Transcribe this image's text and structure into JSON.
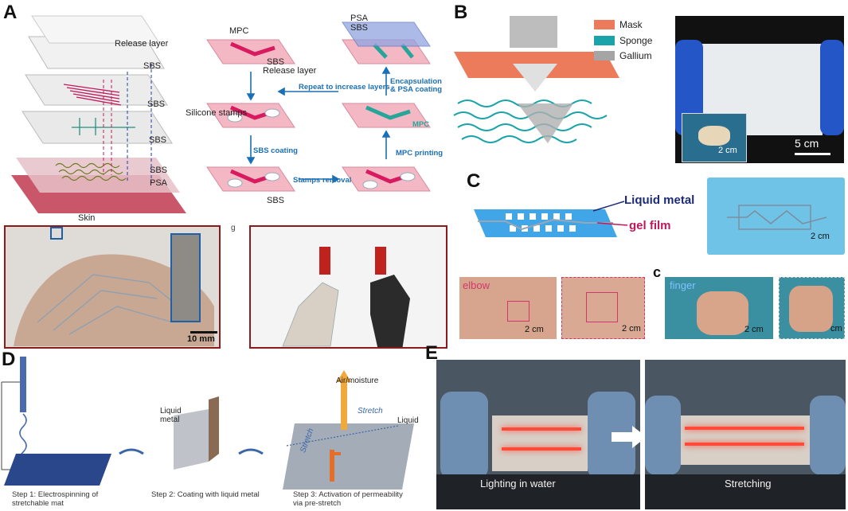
{
  "panels": {
    "A": {
      "letter": "A",
      "layers": [
        "Release layer",
        "SBS",
        "SBS",
        "SBS",
        "SBS",
        "PSA",
        "Skin"
      ],
      "flow": {
        "mpc": "MPC",
        "sbs_top": "SBS",
        "release": "Release layer",
        "silicone": "Silicone stamps",
        "sbs_coating": "SBS coating",
        "stamps_removal": "Stamps removal",
        "sbs_bottom": "SBS",
        "mpc_printing": "MPC printing",
        "mpc_right": "MPC",
        "repeat": "Repeat to increase layers",
        "encapsulation": "Encapsulation & PSA coating",
        "psa": "PSA",
        "sbs_psa": "SBS"
      },
      "scale_hand": "10 mm",
      "photo_mid_marker": "g"
    },
    "B": {
      "letter": "B",
      "legend": [
        {
          "label": "Mask",
          "color": "#ec7b5c"
        },
        {
          "label": "Sponge",
          "color": "#1aa3a8"
        },
        {
          "label": "Gallium",
          "color": "#a5a5a5"
        }
      ],
      "scale_inset": "2 cm",
      "scale_main": "5 cm"
    },
    "C": {
      "letter": "C",
      "liquid_metal": "Liquid metal",
      "gel_film": "gel film",
      "scale_film": "2 cm",
      "sub_letter": "c",
      "elbow": "elbow",
      "finger": "finger",
      "scale1": "2 cm",
      "scale2": "2 cm",
      "scale3": "2 cm",
      "scale4": "cm"
    },
    "D": {
      "letter": "D",
      "liquid_metal": "Liquid metal",
      "air": "Air/moisture",
      "stretch1": "Stretch",
      "stretch2": "Stretch",
      "liquid": "Liquid",
      "step1": "Step 1: Electrospinning of stretchable mat",
      "step2": "Step 2: Coating with liquid metal",
      "step3": "Step 3: Activation of permeability via pre-stretch"
    },
    "E": {
      "letter": "E",
      "caption_left": "Lighting in water",
      "caption_right": "Stretching"
    }
  }
}
